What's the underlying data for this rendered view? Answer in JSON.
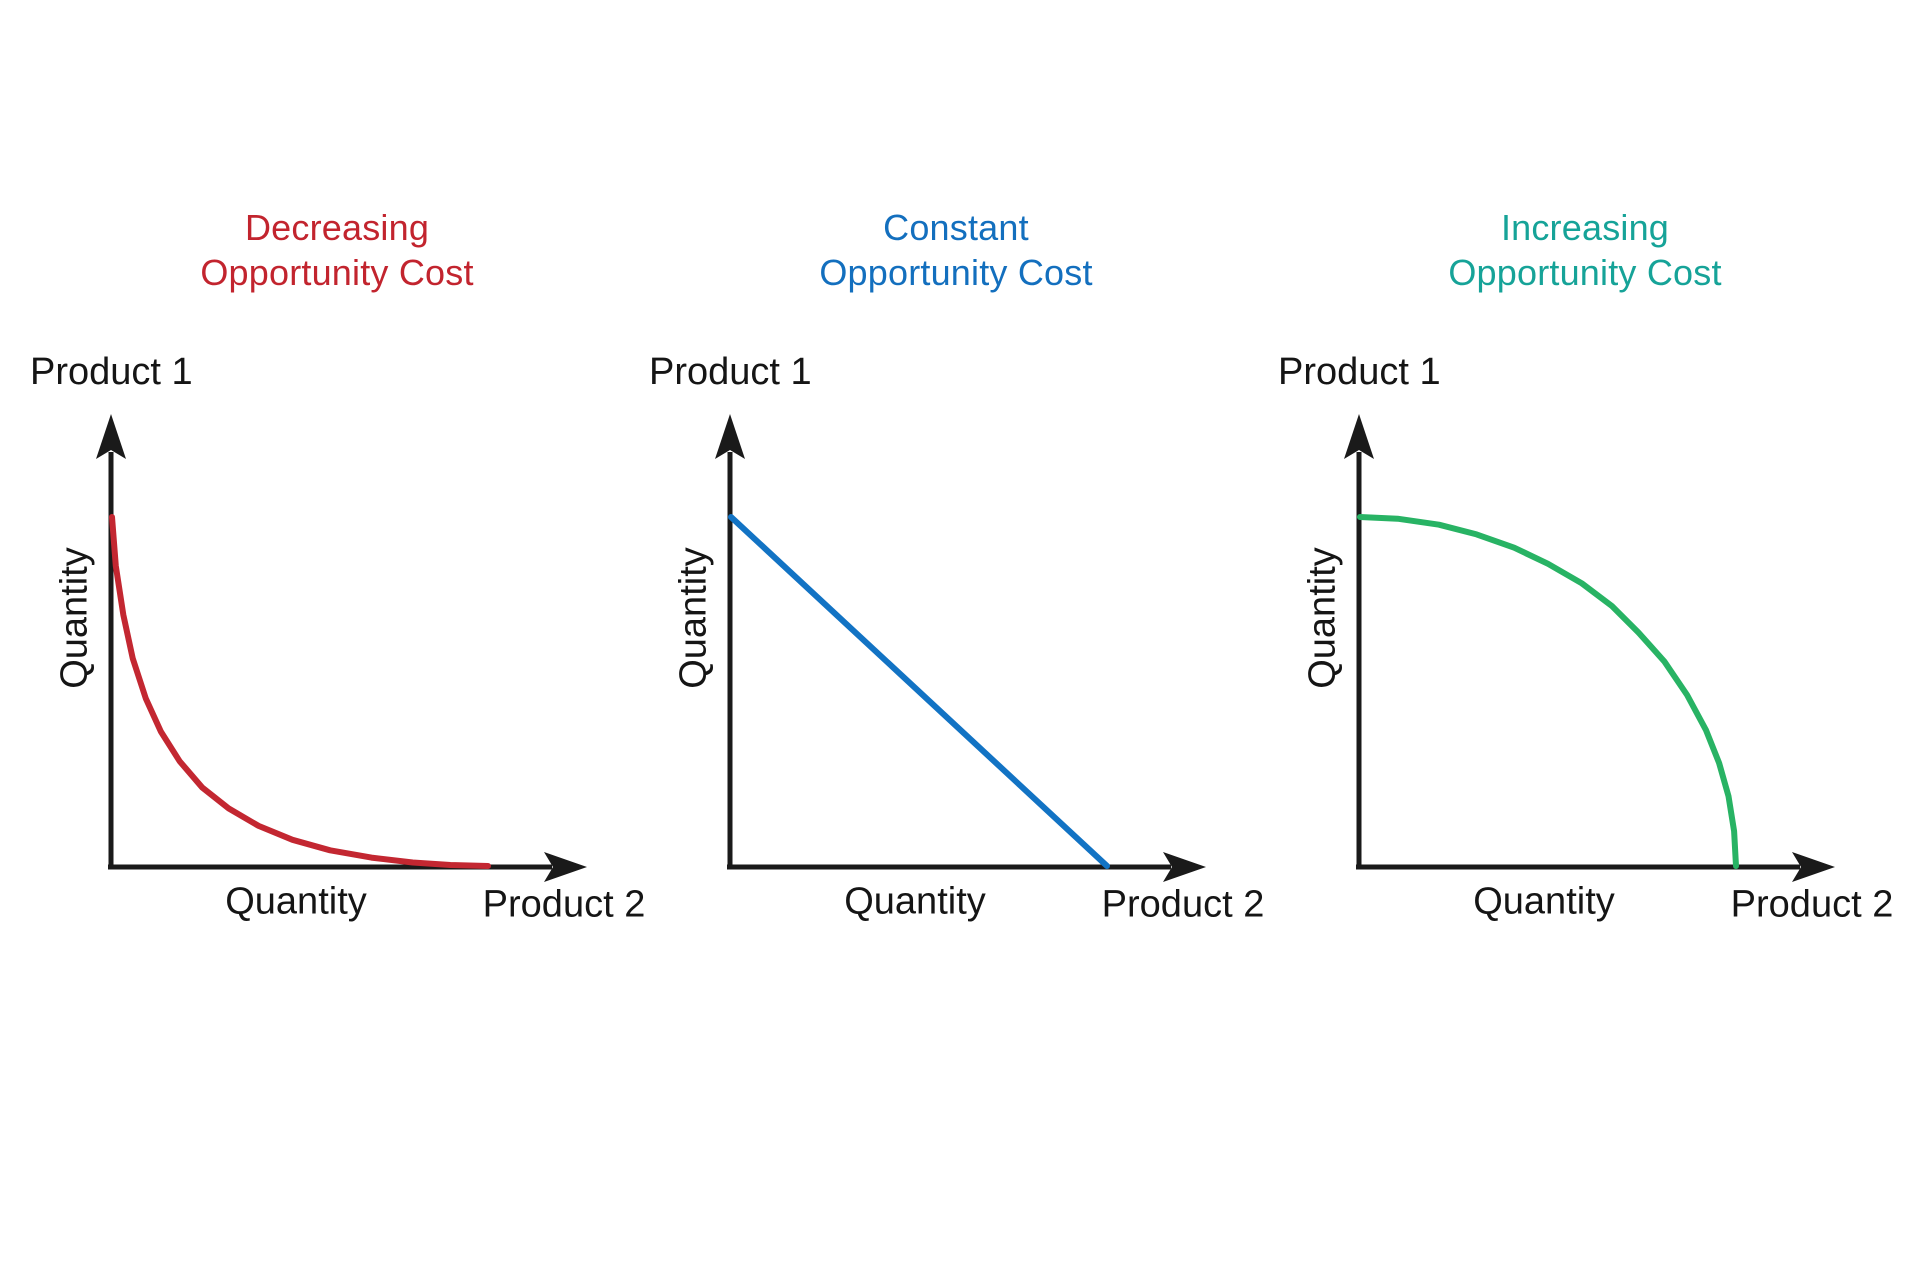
{
  "page": {
    "background_color": "#ffffff",
    "text_color": "#151515",
    "axis_color": "#1a1a1a"
  },
  "chart_data": [
    {
      "type": "line",
      "title": "Decreasing Opportunity Cost",
      "title_lines": [
        "Decreasing",
        "Opportunity Cost"
      ],
      "title_color": "#c2242e",
      "curve_color": "#c32731",
      "y_axis_title": "Product 1",
      "y_axis_label": "Quantity",
      "x_axis_label": "Quantity",
      "x_axis_title": "Product 2",
      "curve_shape": "convex, bowed toward origin (steep then flattening)",
      "x_range": [
        0,
        1
      ],
      "y_range": [
        0,
        1
      ],
      "curve_points": [
        [
          0,
          1
        ],
        [
          0.01,
          0.86
        ],
        [
          0.03,
          0.72
        ],
        [
          0.055,
          0.595
        ],
        [
          0.09,
          0.48
        ],
        [
          0.13,
          0.385
        ],
        [
          0.18,
          0.3
        ],
        [
          0.24,
          0.225
        ],
        [
          0.31,
          0.165
        ],
        [
          0.39,
          0.115
        ],
        [
          0.48,
          0.075
        ],
        [
          0.58,
          0.045
        ],
        [
          0.69,
          0.024
        ],
        [
          0.8,
          0.01
        ],
        [
          0.9,
          0.003
        ],
        [
          1,
          0
        ]
      ]
    },
    {
      "type": "line",
      "title": "Constant Opportunity Cost",
      "title_lines": [
        "Constant",
        "Opportunity Cost"
      ],
      "title_color": "#136fbe",
      "curve_color": "#1273c4",
      "y_axis_title": "Product 1",
      "y_axis_label": "Quantity",
      "x_axis_label": "Quantity",
      "x_axis_title": "Product 2",
      "curve_shape": "straight line (constant slope)",
      "x_range": [
        0,
        1
      ],
      "y_range": [
        0,
        1
      ],
      "curve_points": [
        [
          0,
          1
        ],
        [
          1,
          0
        ]
      ]
    },
    {
      "type": "line",
      "title": "Increasing Opportunity Cost",
      "title_lines": [
        "Increasing",
        "Opportunity Cost"
      ],
      "title_color": "#16a398",
      "curve_color": "#28b364",
      "y_axis_title": "Product 1",
      "y_axis_label": "Quantity",
      "x_axis_label": "Quantity",
      "x_axis_title": "Product 2",
      "curve_shape": "concave, bowed outward (flat then steepening)",
      "x_range": [
        0,
        1
      ],
      "y_range": [
        0,
        1
      ],
      "curve_points": [
        [
          0,
          1
        ],
        [
          0.1,
          0.995
        ],
        [
          0.21,
          0.978
        ],
        [
          0.31,
          0.95
        ],
        [
          0.41,
          0.912
        ],
        [
          0.5,
          0.866
        ],
        [
          0.59,
          0.81
        ],
        [
          0.67,
          0.745
        ],
        [
          0.74,
          0.67
        ],
        [
          0.81,
          0.585
        ],
        [
          0.87,
          0.49
        ],
        [
          0.92,
          0.39
        ],
        [
          0.955,
          0.295
        ],
        [
          0.98,
          0.2
        ],
        [
          0.995,
          0.1
        ],
        [
          1,
          0
        ]
      ]
    }
  ]
}
